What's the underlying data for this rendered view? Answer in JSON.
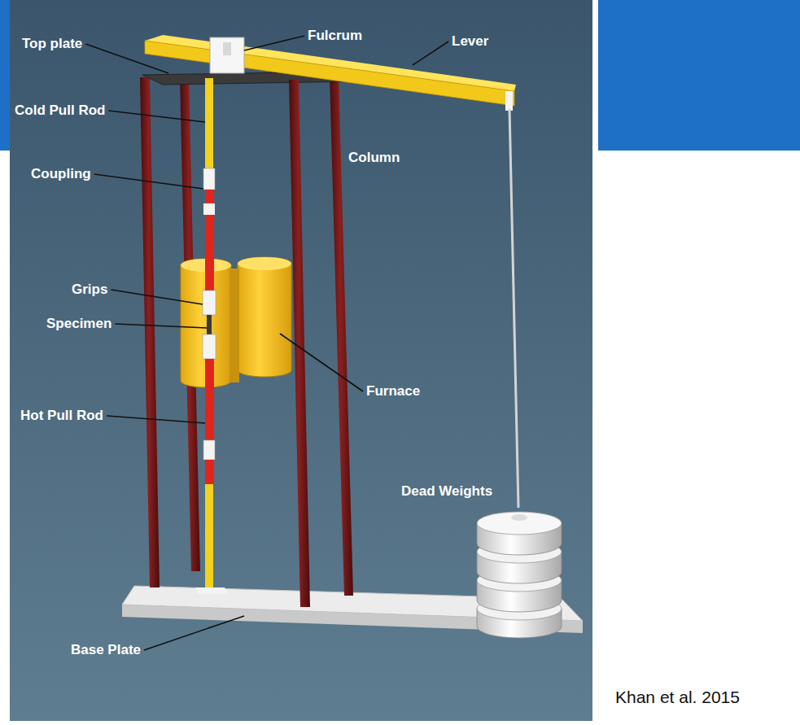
{
  "diagram": {
    "caption": "Khan et al. 2015",
    "labels": [
      "Top plate",
      "Fulcrum",
      "Lever",
      "Cold Pull Rod",
      "Column",
      "Coupling",
      "Grips",
      "Specimen",
      "Furnace",
      "Hot Pull Rod",
      "Dead Weights",
      "Base Plate"
    ]
  }
}
